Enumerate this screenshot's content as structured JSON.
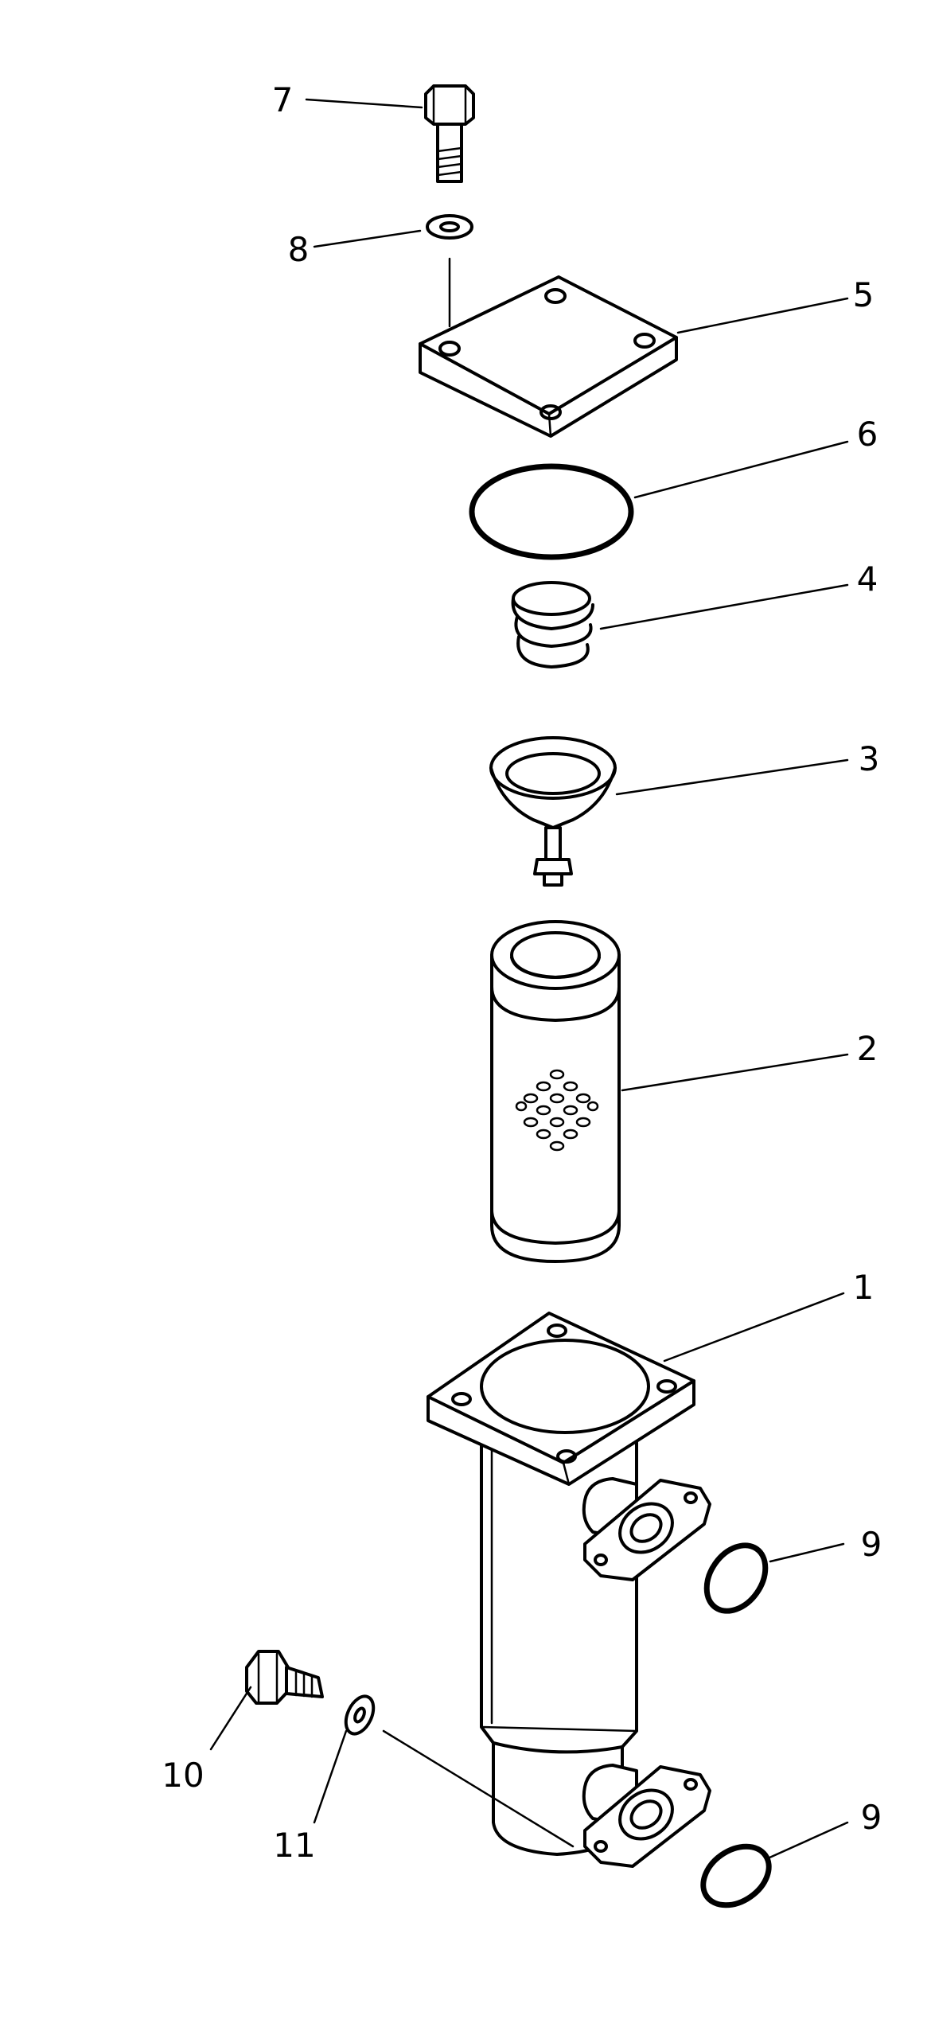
{
  "diagram": {
    "type": "exploded-parts-drawing",
    "colors": {
      "ink": "#000000",
      "paper": "#ffffff"
    },
    "callouts": [
      {
        "id": "c7",
        "label": "7"
      },
      {
        "id": "c8",
        "label": "8"
      },
      {
        "id": "c5",
        "label": "5"
      },
      {
        "id": "c6",
        "label": "6"
      },
      {
        "id": "c4",
        "label": "4"
      },
      {
        "id": "c3",
        "label": "3"
      },
      {
        "id": "c2",
        "label": "2"
      },
      {
        "id": "c1",
        "label": "1"
      },
      {
        "id": "c9a",
        "label": "9"
      },
      {
        "id": "c10",
        "label": "10"
      },
      {
        "id": "c11",
        "label": "11"
      },
      {
        "id": "c9b",
        "label": "9"
      }
    ]
  }
}
